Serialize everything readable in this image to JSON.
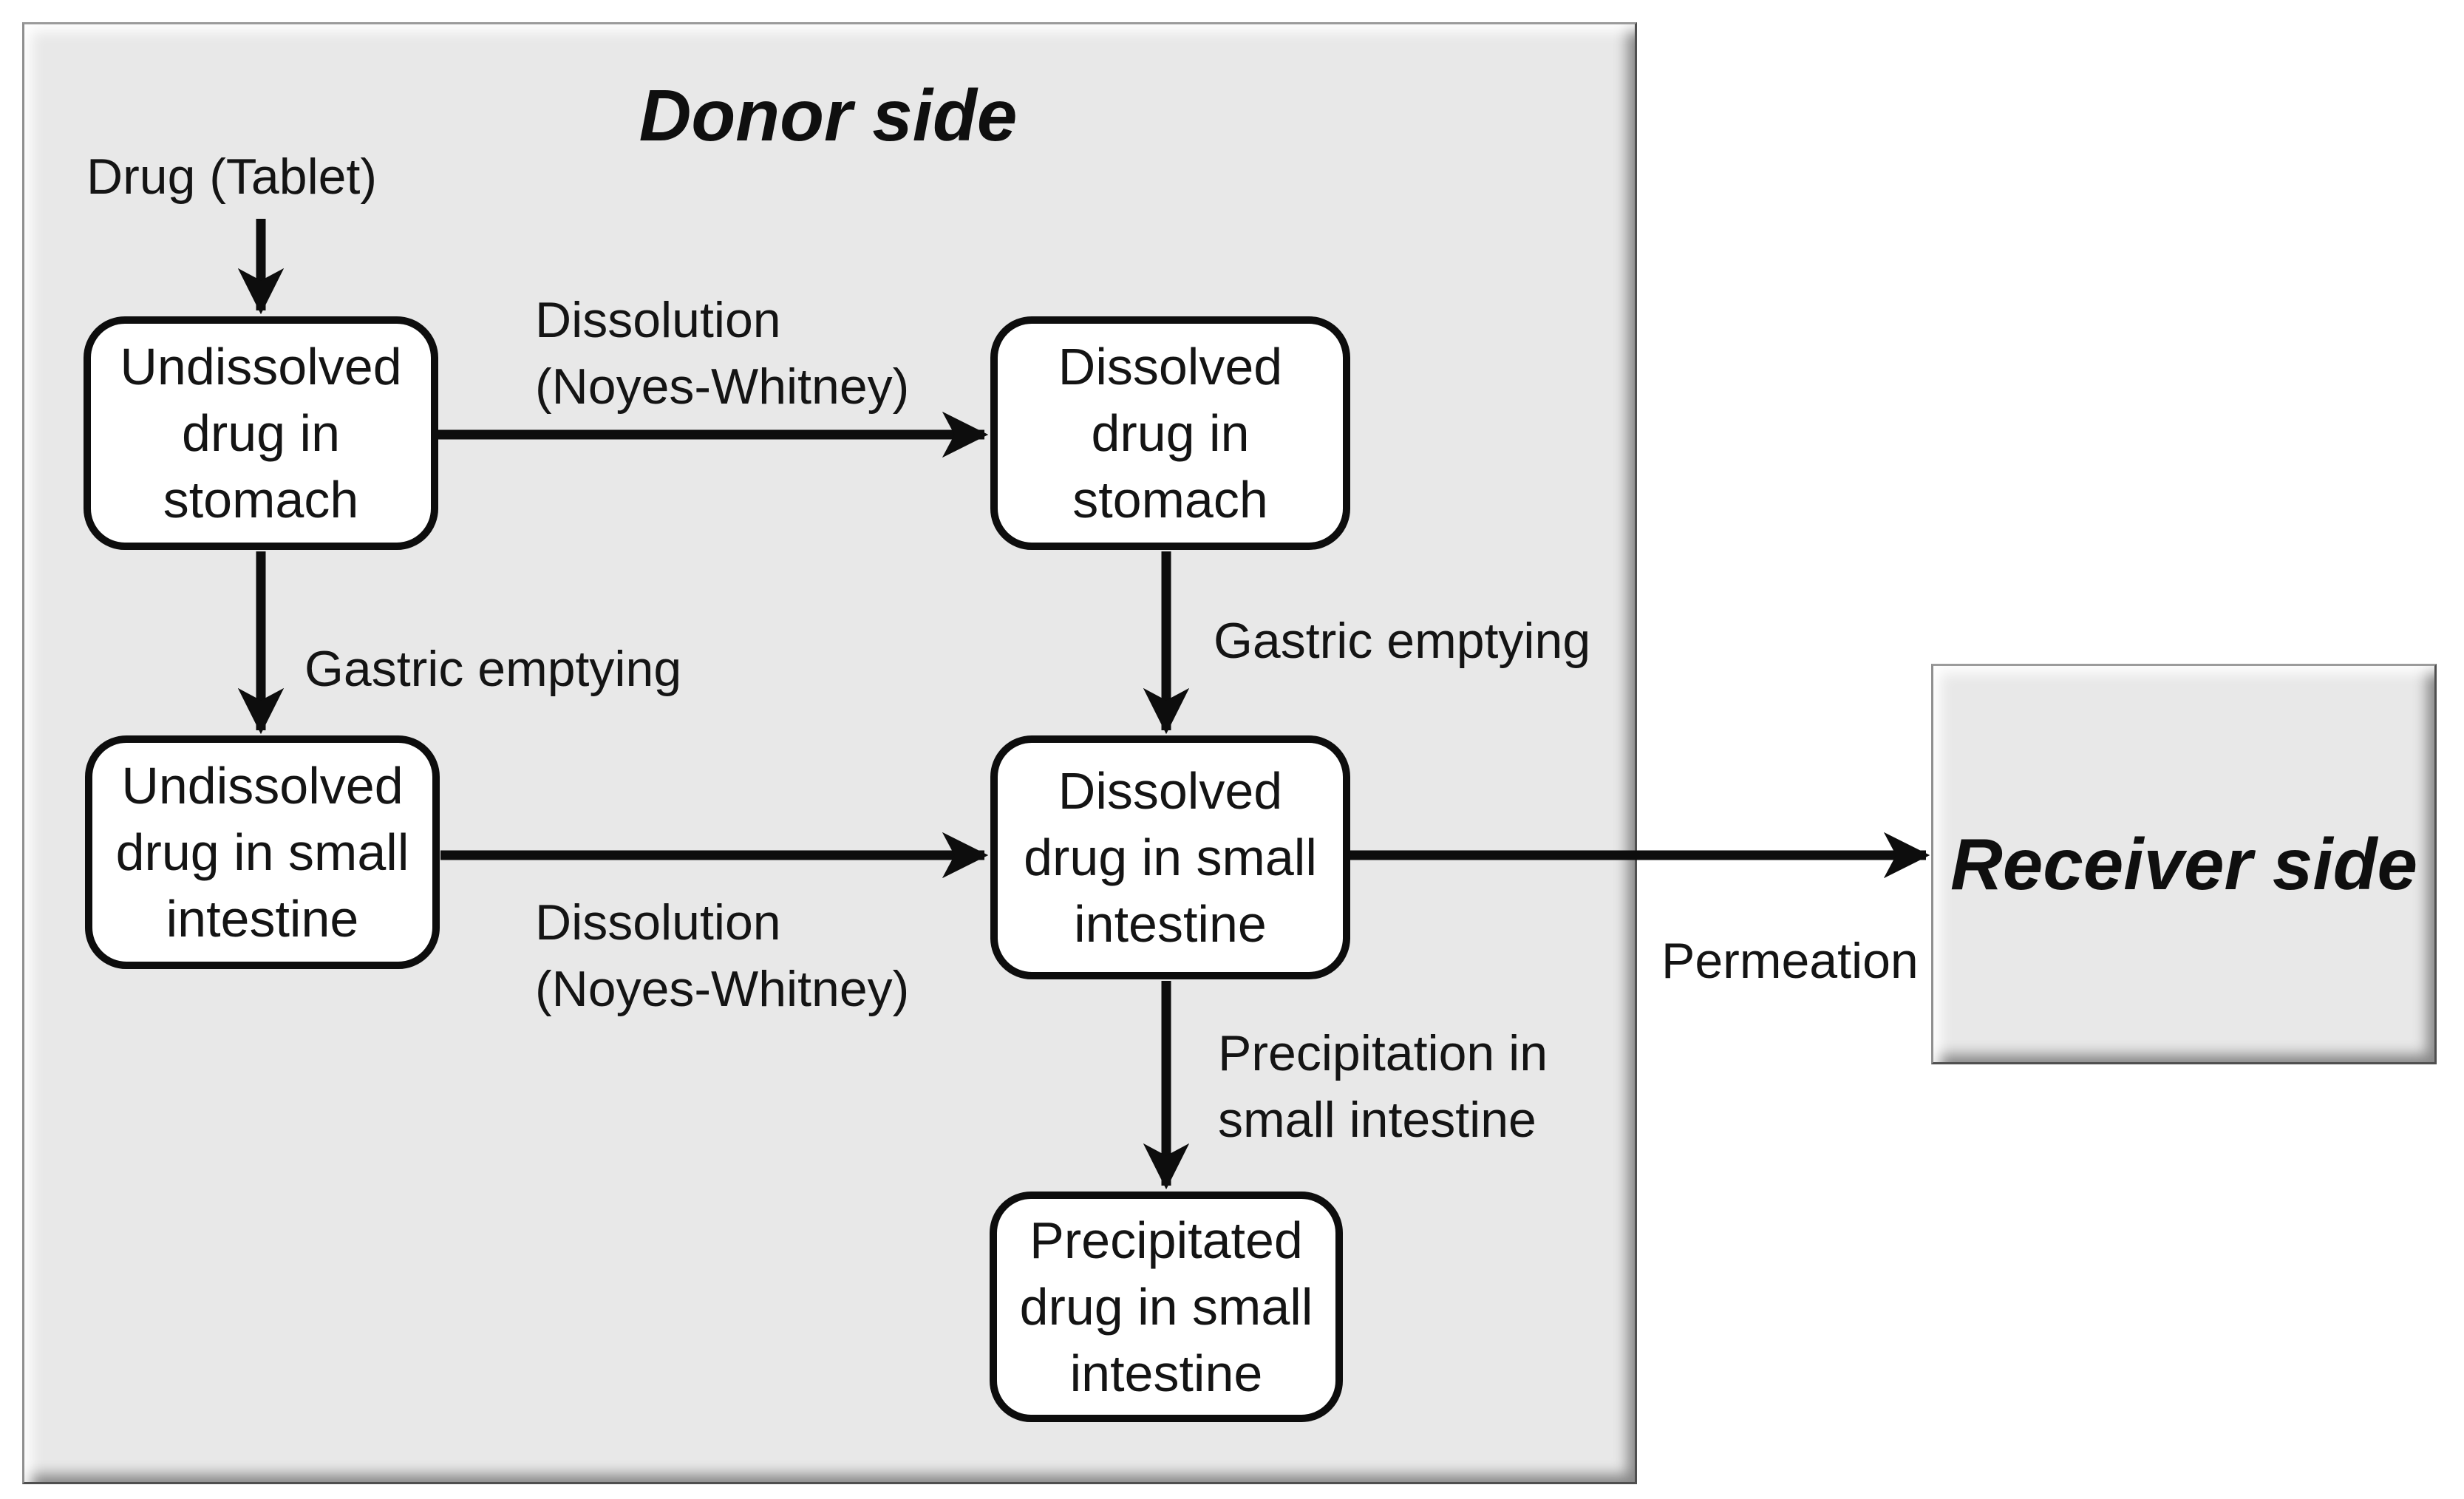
{
  "figure": {
    "donor_title": "Donor side",
    "receiver_title": "Receiver side",
    "source_label": "Drug (Tablet)",
    "nodes": [
      {
        "id": "undissolved-drug-in-stomach",
        "label": "Undissolved\ndrug in\nstomach"
      },
      {
        "id": "dissolved-drug-in-stomach",
        "label": "Dissolved\ndrug in\nstomach"
      },
      {
        "id": "undissolved-drug-in-small-intestine",
        "label": "Undissolved\ndrug in small\nintestine"
      },
      {
        "id": "dissolved-drug-in-small-intestine",
        "label": "Dissolved\ndrug in small\nintestine"
      },
      {
        "id": "precipitated-drug-in-small-intestine",
        "label": "Precipitated\ndrug in small\nintestine"
      }
    ],
    "edge_labels": {
      "dissolution_stomach": "Dissolution\n(Noyes-Whitney)",
      "gastric_emptying_left": "Gastric emptying",
      "gastric_emptying_right": "Gastric emptying",
      "dissolution_intestine": "Dissolution\n(Noyes-Whitney)",
      "permeation": "Permeation",
      "precipitation": "Precipitation in\nsmall intestine"
    },
    "colors": {
      "panel_fill": "#e8e8e8",
      "node_fill": "#ffffff",
      "node_border": "#0d0d0d",
      "arrow": "#0d0d0d",
      "text": "#141414"
    }
  }
}
